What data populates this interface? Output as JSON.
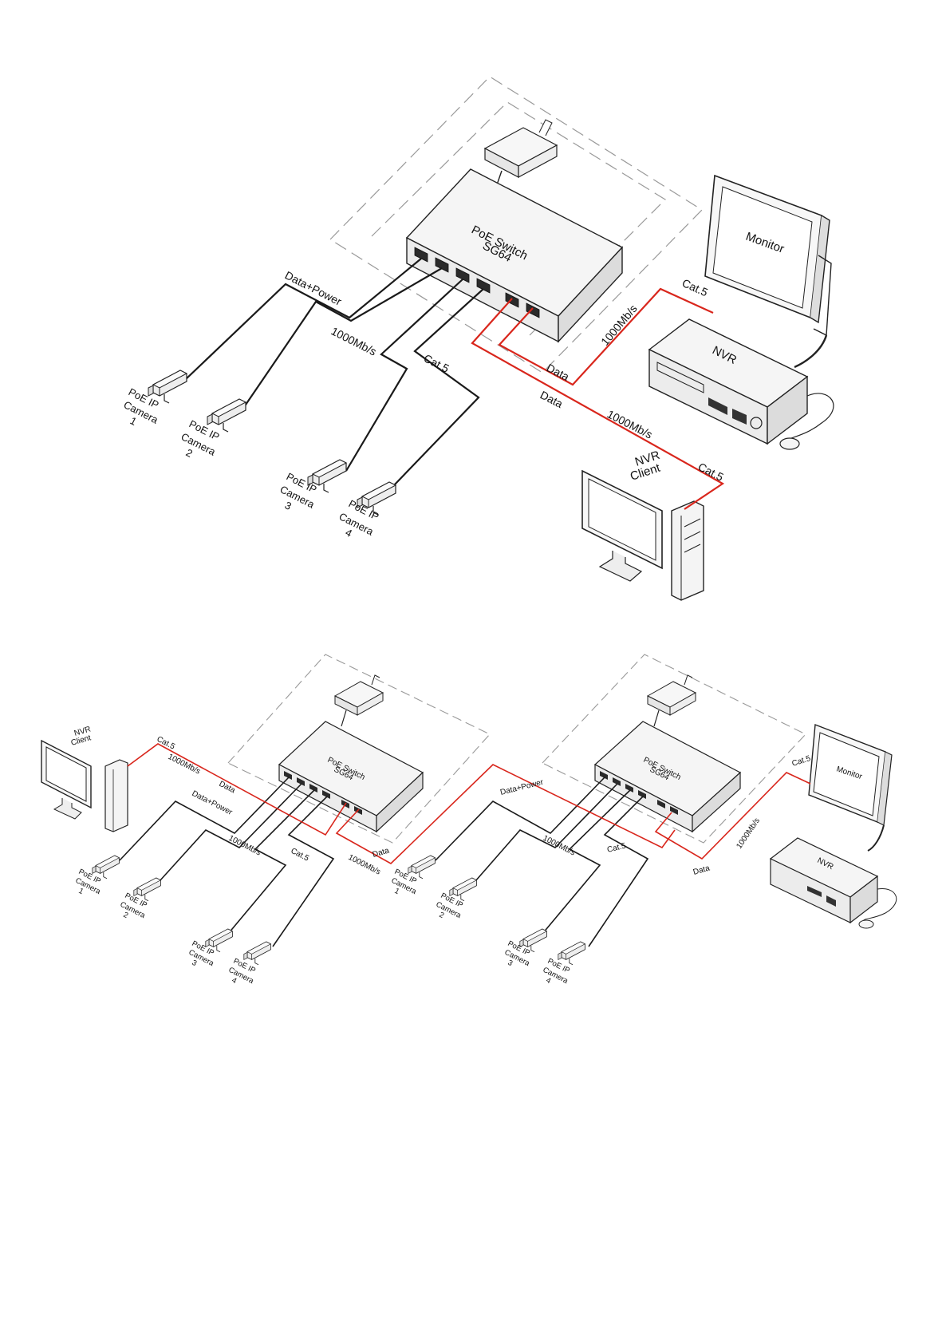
{
  "diagram_top": {
    "switch_label_line1": "PoE Switch",
    "switch_label_line2": "SG64",
    "monitor_label": "Monitor",
    "nvr_label": "NVR",
    "client_label_line1": "NVR",
    "client_label_line2": "Client",
    "link_labels": {
      "data_power": "Data+Power",
      "speed_cameras": "1000Mb/s",
      "cat5_cameras": "Cat.5",
      "speed_nvr": "1000Mb/s",
      "cat5_nvr": "Cat.5",
      "data_nvr": "Data",
      "data_client": "Data",
      "speed_client": "1000Mb/s",
      "cat5_client": "Cat.5"
    },
    "cameras": [
      {
        "line1": "PoE IP",
        "line2": "Camera",
        "line3": "1"
      },
      {
        "line1": "PoE IP",
        "line2": "Camera",
        "line3": "2"
      },
      {
        "line1": "PoE IP",
        "line2": "Camera",
        "line3": "3"
      },
      {
        "line1": "PoE IP",
        "line2": "Camera",
        "line3": "4"
      }
    ]
  },
  "diagram_bottom": {
    "client_label_line1": "NVR",
    "client_label_line2": "Client",
    "monitor_label": "Monitor",
    "nvr_label": "NVR",
    "switch_a": {
      "line1": "PoE Switch",
      "line2": "SG64"
    },
    "switch_b": {
      "line1": "PoE Switch",
      "line2": "SG64"
    },
    "link_labels": {
      "client_cat5": "Cat.5",
      "client_speed": "1000Mb/s",
      "client_data": "Data",
      "a_data_power": "Data+Power",
      "a_speed": "1000Mb/s",
      "a_cat5": "Cat.5",
      "uplink_data": "Data",
      "uplink_speed": "1000Mb/s",
      "b_data_power": "Data+Power",
      "b_speed": "1000Mb/s",
      "b_cat5": "Cat.5",
      "nvr_data": "Data",
      "nvr_speed": "1000Mb/s",
      "nvr_cat5": "Cat.5"
    },
    "cameras_a": [
      {
        "line1": "PoE IP",
        "line2": "Camera",
        "line3": "1"
      },
      {
        "line1": "PoE IP",
        "line2": "Camera",
        "line3": "2"
      },
      {
        "line1": "PoE IP",
        "line2": "Camera",
        "line3": "3"
      },
      {
        "line1": "PoE IP",
        "line2": "Camera",
        "line3": "4"
      }
    ],
    "cameras_b": [
      {
        "line1": "PoE IP",
        "line2": "Camera",
        "line3": "1"
      },
      {
        "line1": "PoE IP",
        "line2": "Camera",
        "line3": "2"
      },
      {
        "line1": "PoE IP",
        "line2": "Camera",
        "line3": "3"
      },
      {
        "line1": "PoE IP",
        "line2": "Camera",
        "line3": "4"
      }
    ]
  },
  "colors": {
    "black_cable": "#1a1a1a",
    "red_cable": "#d9261c",
    "device_fill": "#f4f4f4",
    "device_stroke": "#222222",
    "dashed_outline": "#999999"
  }
}
